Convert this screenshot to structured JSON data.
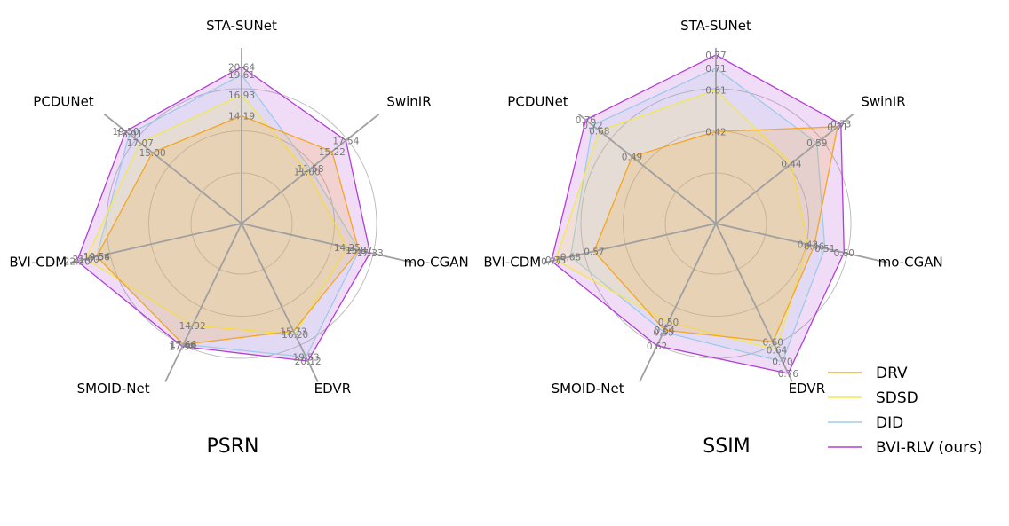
{
  "chart_data": [
    {
      "type": "radar",
      "title": "PSRN",
      "axes": [
        "STA-SUNet",
        "SwinIR",
        "mo-CGAN",
        "EDVR",
        "SMOID-Net",
        "BVI-CDM",
        "PCDUNet"
      ],
      "series": [
        {
          "name": "DRV",
          "color": "#f5a623",
          "values": [
            14.19,
            15.22,
            15.81,
            15.73,
            17.68,
            19.54,
            15.0
          ]
        },
        {
          "name": "SDSD",
          "color": "#f2e94e",
          "values": [
            16.93,
            11.0,
            14.25,
            16.2,
            14.92,
            21.0,
            17.07
          ]
        },
        {
          "name": "DID",
          "color": "#9fcbe8",
          "values": [
            19.61,
            11.58,
            15.87,
            19.53,
            17.66,
            19.56,
            18.91
          ]
        },
        {
          "name": "BVI-RLV (ours)",
          "color": "#b03fd6",
          "values": [
            20.64,
            17.54,
            17.33,
            20.12,
            17.98,
            22.2,
            19.5
          ]
        }
      ]
    },
    {
      "type": "radar",
      "title": "SSIM",
      "axes": [
        "STA-SUNet",
        "SwinIR",
        "mo-CGAN",
        "EDVR",
        "SMOID-Net",
        "BVI-CDM",
        "PCDUNet"
      ],
      "series": [
        {
          "name": "DRV",
          "color": "#f5a623",
          "values": [
            0.42,
            0.71,
            0.46,
            0.6,
            0.54,
            0.57,
            0.49
          ]
        },
        {
          "name": "SDSD",
          "color": "#f2e94e",
          "values": [
            0.61,
            0.44,
            0.43,
            0.64,
            0.5,
            0.75,
            0.68
          ]
        },
        {
          "name": "DID",
          "color": "#9fcbe8",
          "values": [
            0.71,
            0.59,
            0.51,
            0.7,
            0.55,
            0.68,
            0.72
          ]
        },
        {
          "name": "BVI-RLV (ours)",
          "color": "#b03fd6",
          "values": [
            0.77,
            0.73,
            0.6,
            0.76,
            0.62,
            0.77,
            0.76
          ]
        }
      ]
    }
  ]
}
